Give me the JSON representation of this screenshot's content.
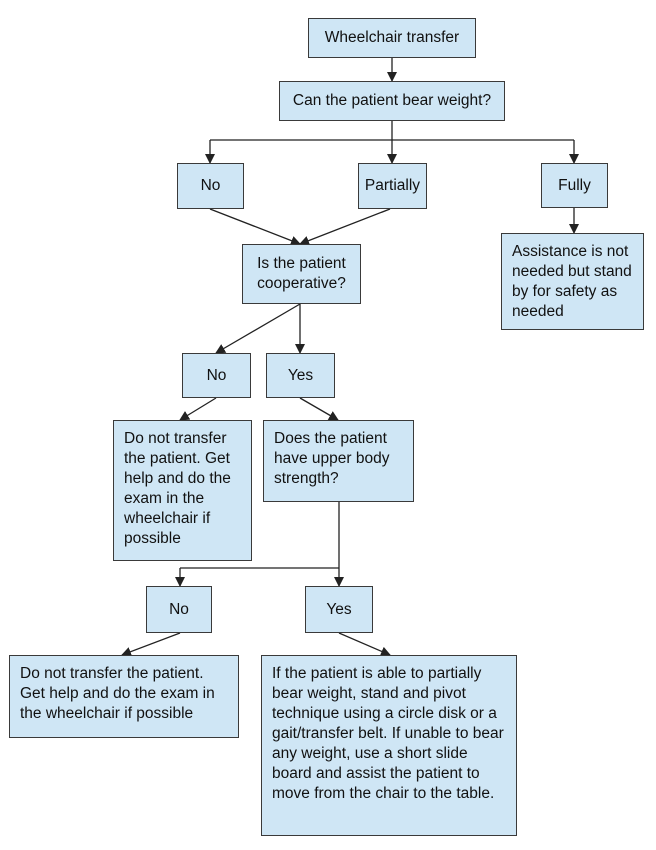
{
  "nodes": {
    "start": "Wheelchair transfer",
    "q_weight": "Can the patient bear weight?",
    "no1": "No",
    "partially": "Partially",
    "fully": "Fully",
    "assist_not_needed": "Assistance is not needed but stand by for safety as needed",
    "q_coop": "Is the patient cooperative?",
    "no2": "No",
    "yes2": "Yes",
    "no_transfer_1": "Do not transfer the patient. Get help and do the exam in the wheelchair if possible",
    "q_strength": "Does the patient have upper body strength?",
    "no3": "No",
    "yes3": "Yes",
    "no_transfer_2": "Do not transfer the patient. Get help and do the exam in the wheelchair if possible",
    "transfer_method": "If the patient is able to partially bear weight, stand and pivot technique using a circle disk or a gait/transfer belt. If unable to bear any weight, use a short slide board and assist the patient to move from the chair to the table."
  }
}
